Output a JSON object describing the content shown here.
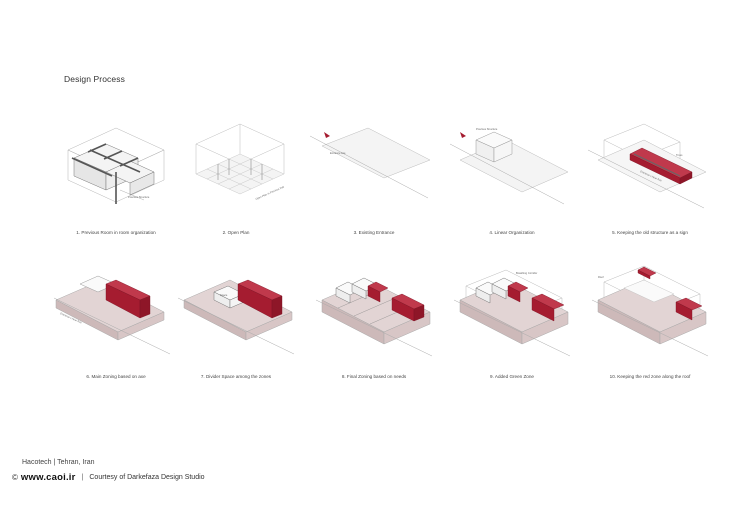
{
  "page": {
    "title": "Design Process"
  },
  "colors": {
    "accent": "#a51c30",
    "line": "#b5b5b5",
    "fill": "#f3f3f3",
    "zone": "#d7c6c6"
  },
  "panels": [
    {
      "caption": "1. Previous Room in room organization",
      "icon": "grid-rooms"
    },
    {
      "caption": "2. Open Plan",
      "icon": "open-plan"
    },
    {
      "caption": "3. Existing Entrance",
      "icon": "entrance-plane"
    },
    {
      "caption": "4. Linear Organization",
      "icon": "linear-block"
    },
    {
      "caption": "5. Keeping the old structure as a sign",
      "icon": "red-bar"
    },
    {
      "caption": "6. Main Zoning based on axe",
      "icon": "main-zoning"
    },
    {
      "caption": "7. Divider Space among the zones",
      "icon": "divider-space"
    },
    {
      "caption": "8. Final Zoning based on needs",
      "icon": "final-zoning"
    },
    {
      "caption": "9. Added Green Zone",
      "icon": "green-zone"
    },
    {
      "caption": "10. Keeping the red zone along the roof",
      "icon": "roof-zone"
    }
  ],
  "footer": {
    "location": "Hacotech | Tehran, Iran",
    "copyright_symbol": "©",
    "website": "www.caoi.ir",
    "separator": "|",
    "credit": "Courtesy of Darkefaza Design Studio"
  }
}
